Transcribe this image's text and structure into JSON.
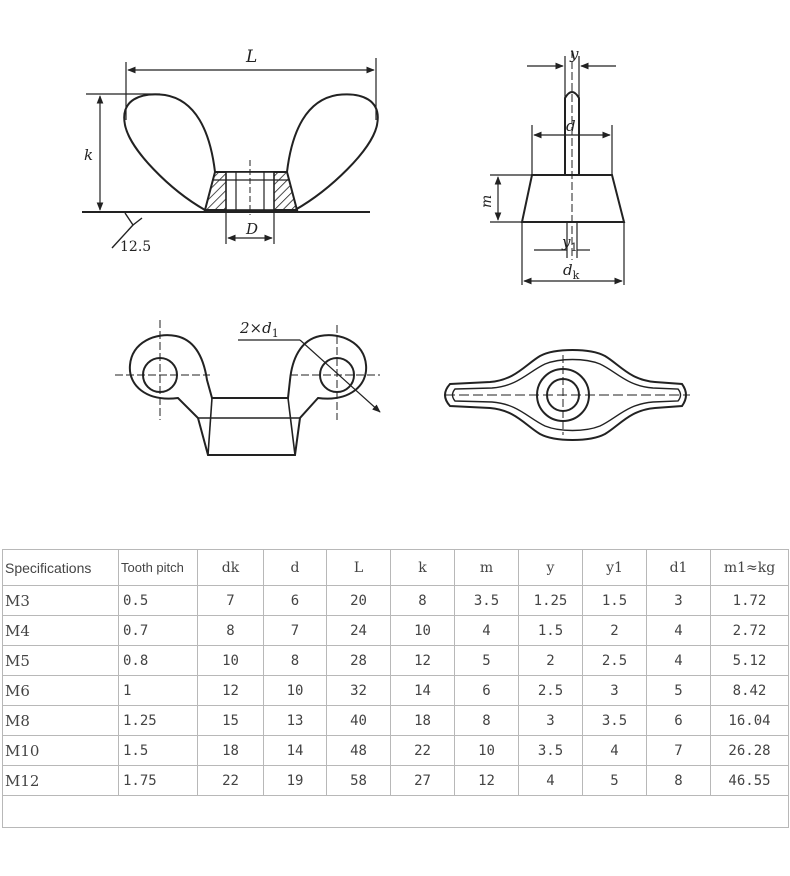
{
  "drawing_labels": {
    "L": "L",
    "k": "k",
    "D": "D",
    "roughness": "12.5",
    "y": "y",
    "d": "d",
    "m": "m",
    "y1": "y",
    "y1_sub": "1",
    "dk": "d",
    "dk_sub": "k",
    "two_d1": "2×d",
    "two_d1_sub": "1"
  },
  "table": {
    "headers": [
      "Specifications",
      "Tooth pitch",
      "dk",
      "d",
      "L",
      "k",
      "m",
      "y",
      "y1",
      "d1",
      "m1≈kg"
    ],
    "rows": [
      [
        "M3",
        "0.5",
        "7",
        "6",
        "20",
        "8",
        "3.5",
        "1.25",
        "1.5",
        "3",
        "1.72"
      ],
      [
        "M4",
        "0.7",
        "8",
        "7",
        "24",
        "10",
        "4",
        "1.5",
        "2",
        "4",
        "2.72"
      ],
      [
        "M5",
        "0.8",
        "10",
        "8",
        "28",
        "12",
        "5",
        "2",
        "2.5",
        "4",
        "5.12"
      ],
      [
        "M6",
        "1",
        "12",
        "10",
        "32",
        "14",
        "6",
        "2.5",
        "3",
        "5",
        "8.42"
      ],
      [
        "M8",
        "1.25",
        "15",
        "13",
        "40",
        "18",
        "8",
        "3",
        "3.5",
        "6",
        "16.04"
      ],
      [
        "M10",
        "1.5",
        "18",
        "14",
        "48",
        "22",
        "10",
        "3.5",
        "4",
        "7",
        "26.28"
      ],
      [
        "M12",
        "1.75",
        "22",
        "19",
        "58",
        "27",
        "12",
        "4",
        "5",
        "8",
        "46.55"
      ]
    ]
  }
}
